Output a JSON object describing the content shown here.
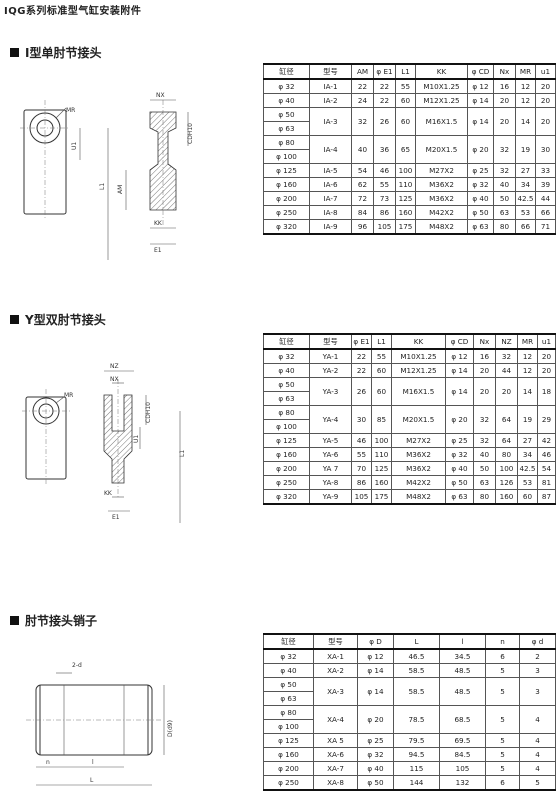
{
  "header": {
    "title": "IQG系列标准型气缸安装附件"
  },
  "sections": [
    {
      "title": "I型单肘节接头",
      "labels": {
        "mr": "MR",
        "nx": "NX",
        "cd": "CDH10",
        "u1": "U1",
        "l1": "L1",
        "am": "AM",
        "kk": "KK",
        "e1": "E1"
      },
      "columns": [
        "缸径",
        "型号",
        "AM",
        "φ E1",
        "L1",
        "KK",
        "φ CD",
        "Nx",
        "MR",
        "u1"
      ],
      "rows": [
        {
          "bore": [
            "φ 32"
          ],
          "cells": [
            "IA-1",
            "22",
            "22",
            "55",
            "M10X1.25",
            "φ 12",
            "16",
            "12",
            "20"
          ]
        },
        {
          "bore": [
            "φ 40"
          ],
          "cells": [
            "IA-2",
            "24",
            "22",
            "60",
            "M12X1.25",
            "φ 14",
            "20",
            "12",
            "20"
          ]
        },
        {
          "bore": [
            "φ 50",
            "φ 63"
          ],
          "cells": [
            "IA-3",
            "32",
            "26",
            "60",
            "M16X1.5",
            "φ 14",
            "20",
            "14",
            "20"
          ]
        },
        {
          "bore": [
            "φ 80",
            "φ 100"
          ],
          "cells": [
            "IA-4",
            "40",
            "36",
            "65",
            "M20X1.5",
            "φ 20",
            "32",
            "19",
            "30"
          ]
        },
        {
          "bore": [
            "φ 125"
          ],
          "cells": [
            "IA-5",
            "54",
            "46",
            "100",
            "M27X2",
            "φ 25",
            "32",
            "27",
            "33"
          ]
        },
        {
          "bore": [
            "φ 160"
          ],
          "cells": [
            "IA-6",
            "62",
            "55",
            "110",
            "M36X2",
            "φ 32",
            "40",
            "34",
            "39"
          ]
        },
        {
          "bore": [
            "φ 200"
          ],
          "cells": [
            "IA-7",
            "72",
            "73",
            "125",
            "M36X2",
            "φ 40",
            "50",
            "42.5",
            "44"
          ]
        },
        {
          "bore": [
            "φ 250"
          ],
          "cells": [
            "IA-8",
            "84",
            "86",
            "160",
            "M42X2",
            "φ 50",
            "63",
            "53",
            "66"
          ]
        },
        {
          "bore": [
            "φ 320"
          ],
          "cells": [
            "IA-9",
            "96",
            "105",
            "175",
            "M48X2",
            "φ 63",
            "80",
            "66",
            "71"
          ]
        }
      ]
    },
    {
      "title": "Y型双肘节接头",
      "labels": {
        "mr": "MR",
        "nz": "NZ",
        "nx": "NX",
        "cd": "CDH10",
        "u1": "U1",
        "l1": "L1",
        "kk": "KK",
        "e1": "E1"
      },
      "columns": [
        "缸径",
        "型号",
        "φ E1",
        "L1",
        "KK",
        "φ CD",
        "Nx",
        "NZ",
        "MR",
        "u1"
      ],
      "rows": [
        {
          "bore": [
            "φ 32"
          ],
          "cells": [
            "YA-1",
            "22",
            "55",
            "M10X1.25",
            "φ 12",
            "16",
            "32",
            "12",
            "20"
          ]
        },
        {
          "bore": [
            "φ 40"
          ],
          "cells": [
            "YA-2",
            "22",
            "60",
            "M12X1.25",
            "φ 14",
            "20",
            "44",
            "12",
            "20"
          ]
        },
        {
          "bore": [
            "φ 50",
            "φ 63"
          ],
          "cells": [
            "YA-3",
            "26",
            "60",
            "M16X1.5",
            "φ 14",
            "20",
            "20",
            "14",
            "18"
          ]
        },
        {
          "bore": [
            "φ 80",
            "φ 100"
          ],
          "cells": [
            "YA-4",
            "30",
            "85",
            "M20X1.5",
            "φ 20",
            "32",
            "64",
            "19",
            "29"
          ]
        },
        {
          "bore": [
            "φ 125"
          ],
          "cells": [
            "YA-5",
            "46",
            "100",
            "M27X2",
            "φ 25",
            "32",
            "64",
            "27",
            "42"
          ]
        },
        {
          "bore": [
            "φ 160"
          ],
          "cells": [
            "YA-6",
            "55",
            "110",
            "M36X2",
            "φ 32",
            "40",
            "80",
            "34",
            "46"
          ]
        },
        {
          "bore": [
            "φ 200"
          ],
          "cells": [
            "YA 7",
            "70",
            "125",
            "M36X2",
            "φ 40",
            "50",
            "100",
            "42.5",
            "54"
          ]
        },
        {
          "bore": [
            "φ 250"
          ],
          "cells": [
            "YA-8",
            "86",
            "160",
            "M42X2",
            "φ 50",
            "63",
            "126",
            "53",
            "81"
          ]
        },
        {
          "bore": [
            "φ 320"
          ],
          "cells": [
            "YA-9",
            "105",
            "175",
            "M48X2",
            "φ 63",
            "80",
            "160",
            "60",
            "87"
          ]
        }
      ]
    },
    {
      "title": "肘节接头销子",
      "labels": {
        "d2": "2-d",
        "dd9": "D(d9)",
        "n": "n",
        "l": "l",
        "L": "L"
      },
      "columns": [
        "缸径",
        "型号",
        "φ D",
        "L",
        "l",
        "n",
        "φ d"
      ],
      "rows": [
        {
          "bore": [
            "φ 32"
          ],
          "cells": [
            "XA-1",
            "φ 12",
            "46.5",
            "34.5",
            "6",
            "2"
          ]
        },
        {
          "bore": [
            "φ 40"
          ],
          "cells": [
            "XA-2",
            "φ 14",
            "58.5",
            "48.5",
            "5",
            "3"
          ]
        },
        {
          "bore": [
            "φ 50",
            "φ 63"
          ],
          "cells": [
            "XA-3",
            "φ 14",
            "58.5",
            "48.5",
            "5",
            "3"
          ]
        },
        {
          "bore": [
            "φ 80",
            "φ 100"
          ],
          "cells": [
            "XA-4",
            "φ 20",
            "78.5",
            "68.5",
            "5",
            "4"
          ]
        },
        {
          "bore": [
            "φ 125"
          ],
          "cells": [
            "XA 5",
            "φ 25",
            "79.5",
            "69.5",
            "5",
            "4"
          ]
        },
        {
          "bore": [
            "φ 160"
          ],
          "cells": [
            "XA-6",
            "φ 32",
            "94.5",
            "84.5",
            "5",
            "4"
          ]
        },
        {
          "bore": [
            "φ 200"
          ],
          "cells": [
            "XA-7",
            "φ 40",
            "115",
            "105",
            "5",
            "4"
          ]
        },
        {
          "bore": [
            "φ 250"
          ],
          "cells": [
            "XA-8",
            "φ 50",
            "144",
            "132",
            "6",
            "5"
          ]
        }
      ]
    }
  ]
}
